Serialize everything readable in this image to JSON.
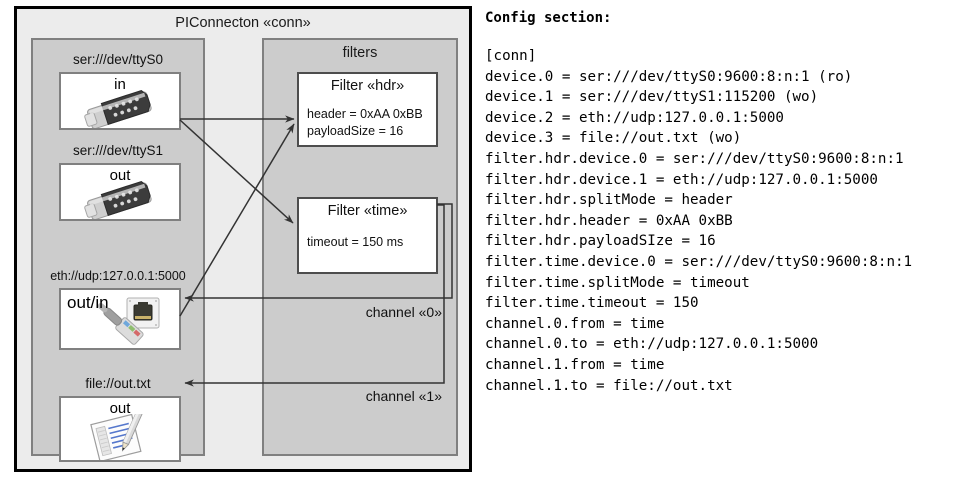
{
  "diagram": {
    "title": "PIConnecton «conn»",
    "devices_group": {
      "label": "",
      "items": [
        {
          "uri": "ser:///dev/ttyS0",
          "direction": "in",
          "icon": "serial-port-icon"
        },
        {
          "uri": "ser:///dev/ttyS1",
          "direction": "out",
          "icon": "serial-port-icon"
        },
        {
          "uri": "eth://udp:127.0.0.1:5000",
          "direction": "out/in",
          "icon": "ethernet-jack-icon"
        },
        {
          "uri": "file://out.txt",
          "direction": "out",
          "icon": "text-file-icon"
        }
      ]
    },
    "filters_group": {
      "label": "filters",
      "items": [
        {
          "title": "Filter «hdr»",
          "attrs": [
            "header = 0xAA 0xBB",
            "payloadSize = 16"
          ]
        },
        {
          "title": "Filter «time»",
          "attrs": [
            "timeout = 150 ms"
          ]
        }
      ]
    },
    "channels": [
      {
        "label": "channel «0»"
      },
      {
        "label": "channel «1»"
      }
    ],
    "colors": {
      "outer_background": "#ececec",
      "group_background": "#cccccc",
      "group_border": "#808080",
      "card_background": "#ffffff",
      "outer_border": "#000000",
      "wire": "#333333"
    }
  },
  "config": {
    "heading": "Config section:",
    "lines": [
      "[conn]",
      "device.0 = ser:///dev/ttyS0:9600:8:n:1 (ro)",
      "device.1 = ser:///dev/ttyS1:115200 (wo)",
      "device.2 = eth://udp:127.0.0.1:5000",
      "device.3 = file://out.txt (wo)",
      "filter.hdr.device.0 = ser:///dev/ttyS0:9600:8:n:1",
      "filter.hdr.device.1 = eth://udp:127.0.0.1:5000",
      "filter.hdr.splitMode = header",
      "filter.hdr.header = 0xAA 0xBB",
      "filter.hdr.payloadSIze = 16",
      "filter.time.device.0 = ser:///dev/ttyS0:9600:8:n:1",
      "filter.time.splitMode = timeout",
      "filter.time.timeout = 150",
      "channel.0.from = time",
      "channel.0.to = eth://udp:127.0.0.1:5000",
      "channel.1.from = time",
      "channel.1.to = file://out.txt"
    ]
  }
}
